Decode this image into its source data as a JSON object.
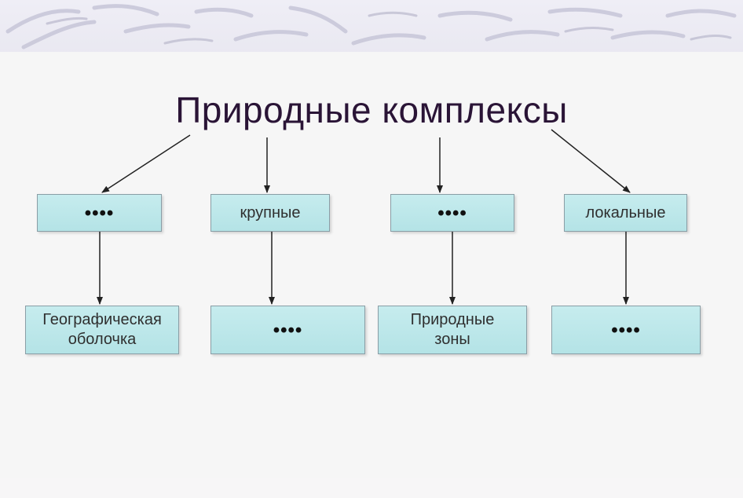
{
  "diagram": {
    "title": "Природные комплексы",
    "top_row": [
      {
        "label": "••••"
      },
      {
        "label": "крупные"
      },
      {
        "label": "••••"
      },
      {
        "label": "локальные"
      }
    ],
    "bottom_row": [
      {
        "label": "Географическая оболочка"
      },
      {
        "label": "••••"
      },
      {
        "label": "Природные зоны"
      },
      {
        "label": "••••"
      }
    ]
  },
  "colors": {
    "box_fill": "#bde8ea",
    "box_border": "#8a9ea6",
    "title_text": "#2a1436",
    "arrow": "#222222"
  }
}
